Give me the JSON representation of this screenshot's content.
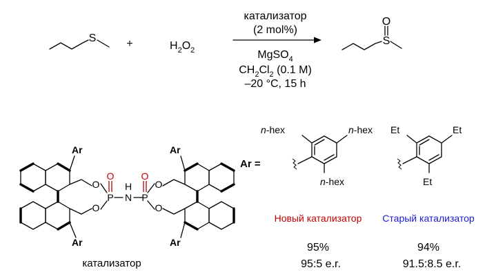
{
  "reaction": {
    "plus": "+",
    "reagent_h": "H",
    "reagent_sub": "2",
    "reagent_o": "O",
    "reagent_sub2": "2",
    "catalyst_label": "катализатор",
    "loading": "(2 mol%)",
    "additive_main": "MgSO",
    "additive_sub": "4",
    "solvent_a": "CH",
    "solvent_sub1": "2",
    "solvent_b": "Cl",
    "solvent_sub2": "2",
    "solvent_conc": " (0.1 M)",
    "conditions": "–20 °C, 15 h",
    "sulfur": "S",
    "oxygen": "O"
  },
  "catalyst": {
    "label": "катализатор",
    "ar": "Ar",
    "p": "P",
    "o": "O",
    "nh": "H",
    "n": "N"
  },
  "ar_definition": {
    "label": "Ar =",
    "new_substituent": "n-hex",
    "old_substituent": "Et"
  },
  "comparison": {
    "new": {
      "name": "Новый катализатор",
      "yield": "95%",
      "er": "95:5 e.r.",
      "color": "#c00000"
    },
    "old": {
      "name": "Старый катализатор",
      "yield": "94%",
      "er": "91.5:8.5 e.r.",
      "color": "#1a1ad6"
    }
  }
}
